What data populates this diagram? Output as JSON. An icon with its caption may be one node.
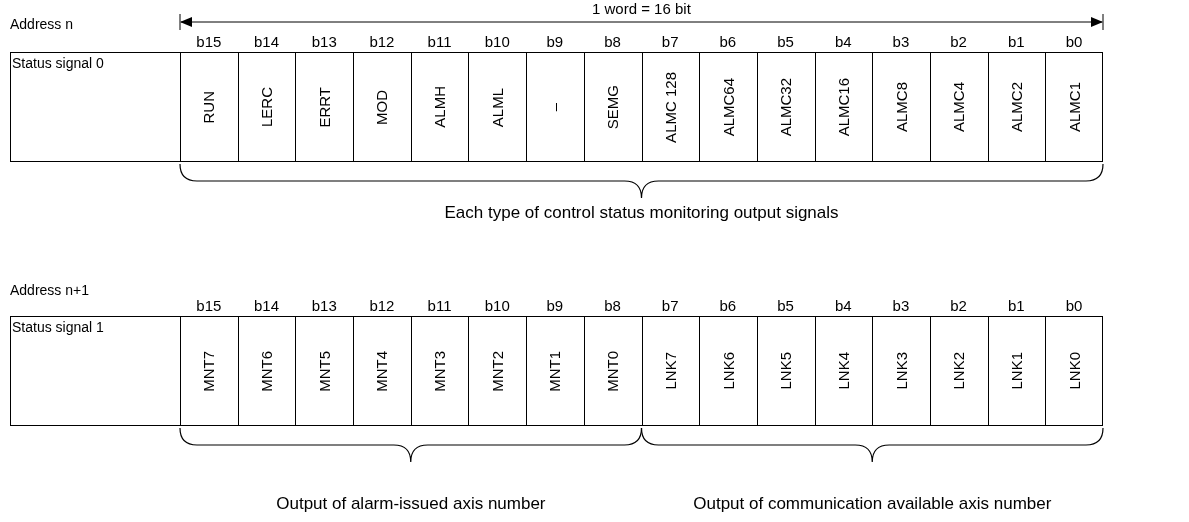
{
  "diagram": {
    "labels": [
      "1 word = 16 bit",
      "Address n",
      "b15",
      "b14",
      "b13",
      "b12",
      "b11",
      "b10",
      "b9",
      "b8",
      "b7",
      "b6",
      "b5",
      "b4",
      "b3",
      "b2",
      "b1",
      "b0",
      "Status signal 0",
      "RUN",
      "LERC",
      "ERRT",
      "MOD",
      "ALMH",
      "ALML",
      "–",
      "SEMG",
      "ALMC 128",
      "ALMC64",
      "ALMC32",
      "ALMC16",
      "ALMC8",
      "ALMC4",
      "ALMC2",
      "ALMC1",
      "Each type of control status monitoring output signals",
      "Address n+1",
      "b15",
      "b14",
      "b13",
      "b12",
      "b11",
      "b10",
      "b9",
      "b8",
      "b7",
      "b6",
      "b5",
      "b4",
      "b3",
      "b2",
      "b1",
      "b0",
      "Status signal 1",
      "MNT7",
      "MNT6",
      "MNT5",
      "MNT4",
      "MNT3",
      "MNT2",
      "MNT1",
      "MNT0",
      "LNK7",
      "LNK6",
      "LNK5",
      "LNK4",
      "LNK3",
      "LNK2",
      "LNK1",
      "LNK0",
      "Output of alarm-issued axis number",
      "Output of communication available axis number"
    ]
  }
}
